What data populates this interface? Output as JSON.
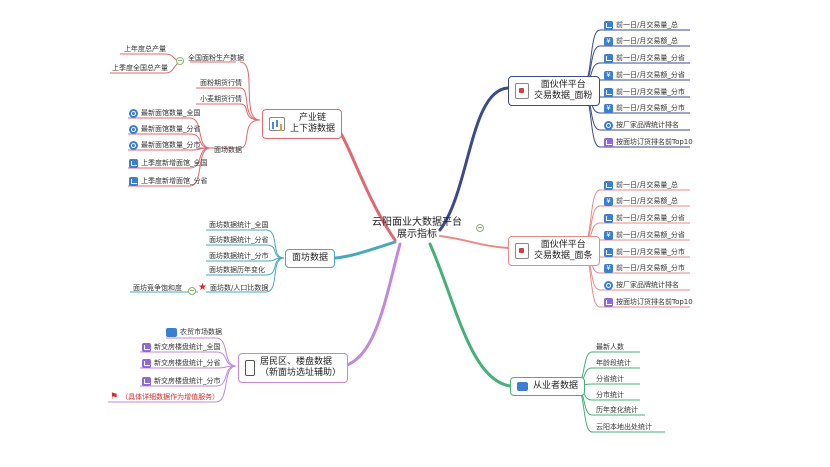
{
  "colors": {
    "red_branch": "#e06870",
    "teal_branch": "#4aa8b8",
    "purple_branch": "#c08ad8",
    "navy_branch": "#3b4b8a",
    "coral_branch": "#ea8a86",
    "green_branch": "#45b078"
  },
  "center": {
    "line1": "云阳面业大数据平台",
    "line2": "展示指标"
  },
  "branches": {
    "industry_chain": {
      "title_line1": "产业链",
      "title_line2": "上下游数据",
      "icon": "chart-icon",
      "groups": {
        "national_wheat": {
          "label": "全国面粉生产数据",
          "children": [
            "上年度总产量",
            "上季度全国总产量"
          ]
        },
        "flour_futures": {
          "label": "面粉期货行情"
        },
        "wheat_futures": {
          "label": "小麦期货行情"
        },
        "noodle_data": {
          "label": "面场数据",
          "children": [
            {
              "label": "最新面馆数量_全国",
              "icon": "globe-icon"
            },
            {
              "label": "最新面馆数量_分省",
              "icon": "globe-icon"
            },
            {
              "label": "最新面馆数量_分市",
              "icon": "globe-icon"
            },
            {
              "label": "上季度新增面馆_全国",
              "icon": "bar-chart-icon"
            },
            {
              "label": "上季度新增面馆_分省",
              "icon": "bar-chart-icon"
            }
          ]
        }
      }
    },
    "noodle_shop": {
      "title": "面坊数据",
      "children": [
        "面坊数据统计_全国",
        "面坊数据统计_分省",
        "面坊数据统计_分市",
        "面坊数据历年变化"
      ],
      "ratio": "面坊数/人口比数据",
      "ratio_icon": "star-icon",
      "ratio_child": "面坊竞争饱和度"
    },
    "residential": {
      "title_line1": "居民区、楼盘数据",
      "title_line2": "（新面坊选址辅助）",
      "icon": "phone-icon",
      "children": [
        {
          "label": "农贸市场数据",
          "icon": "people-icon"
        },
        {
          "label": "新交房楼盘统计_全国",
          "icon": "bar-chart-icon"
        },
        {
          "label": "新交房楼盘统计_分省",
          "icon": "bar-chart-icon"
        },
        {
          "label": "新交房楼盘统计_分市",
          "icon": "bar-chart-icon"
        }
      ],
      "note": "（具体详细数据作为增值服务）",
      "note_icon": "flag-icon"
    },
    "partner_flour": {
      "title_line1": "面伙伴平台",
      "title_line2": "交易数据_面粉",
      "icon": "box-icon",
      "children": [
        {
          "label": "前一日/月交易量_总",
          "icon": "bar-chart-icon"
        },
        {
          "label": "前一日/月交易额_总",
          "icon": "yen-icon"
        },
        {
          "label": "前一日/月交易量_分省",
          "icon": "bar-chart-icon"
        },
        {
          "label": "前一日/月交易额_分省",
          "icon": "yen-icon"
        },
        {
          "label": "前一日/月交易量_分市",
          "icon": "bar-chart-icon"
        },
        {
          "label": "前一日/月交易额_分市",
          "icon": "yen-icon"
        },
        {
          "label": "按厂家品牌统计排名",
          "icon": "globe-icon"
        },
        {
          "label": "按面坊订货排名前Top10",
          "icon": "purple-chart-icon"
        }
      ]
    },
    "partner_noodle": {
      "title_line1": "面伙伴平台",
      "title_line2": "交易数据_面条",
      "icon": "box-icon",
      "children": [
        {
          "label": "前一日/月交易量_总",
          "icon": "bar-chart-icon"
        },
        {
          "label": "前一日/月交易额_总",
          "icon": "yen-icon"
        },
        {
          "label": "前一日/月交易量_分省",
          "icon": "bar-chart-icon"
        },
        {
          "label": "前一日/月交易额_分省",
          "icon": "yen-icon"
        },
        {
          "label": "前一日/月交易量_分市",
          "icon": "bar-chart-icon"
        },
        {
          "label": "前一日/月交易额_分市",
          "icon": "yen-icon"
        },
        {
          "label": "按厂家品牌统计排名",
          "icon": "globe-icon"
        },
        {
          "label": "按面坊订货排名前Top10",
          "icon": "purple-chart-icon"
        }
      ]
    },
    "practitioner": {
      "title": "从业者数据",
      "icon": "people-icon",
      "children": [
        "最新人数",
        "年龄段统计",
        "分省统计",
        "分市统计",
        "历年变化统计",
        "云阳本地出处统计"
      ]
    }
  }
}
